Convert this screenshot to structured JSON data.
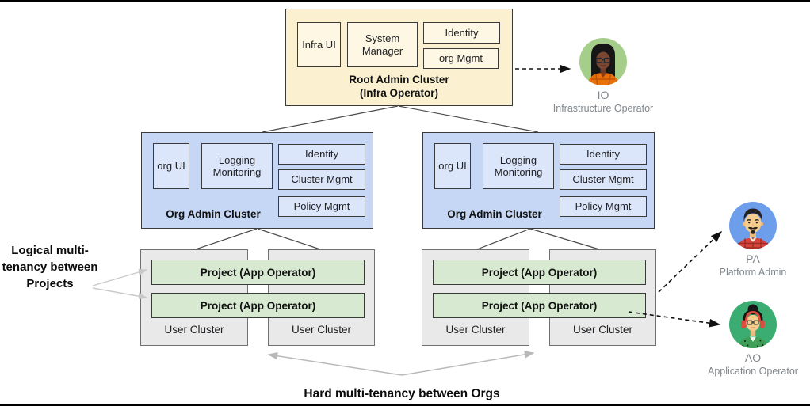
{
  "root_cluster": {
    "title": "Root Admin Cluster",
    "subtitle": "(Infra Operator)",
    "components": {
      "infra_ui": "Infra UI",
      "system_manager": "System Manager",
      "identity": "Identity",
      "org_mgmt": "org Mgmt"
    }
  },
  "org_cluster_left": {
    "title": "Org Admin Cluster",
    "components": {
      "org_ui": "org UI",
      "logging_monitoring": "Logging Monitoring",
      "identity": "Identity",
      "cluster_mgmt": "Cluster Mgmt",
      "policy_mgmt": "Policy Mgmt"
    }
  },
  "org_cluster_right": {
    "title": "Org Admin Cluster",
    "components": {
      "org_ui": "org UI",
      "logging_monitoring": "Logging Monitoring",
      "identity": "Identity",
      "cluster_mgmt": "Cluster Mgmt",
      "policy_mgmt": "Policy Mgmt"
    }
  },
  "user_group_left": {
    "projects": [
      "Project (App Operator)",
      "Project (App Operator)"
    ],
    "clusters": [
      "User Cluster",
      "User Cluster"
    ]
  },
  "user_group_right": {
    "projects": [
      "Project (App Operator)",
      "Project  (App Operator)"
    ],
    "clusters": [
      "User Cluster",
      "User Cluster"
    ]
  },
  "annotations": {
    "logical_multitenancy": "Logical multi-tenancy between Projects",
    "hard_multitenancy": "Hard multi-tenancy between Orgs"
  },
  "personas": {
    "io": {
      "abbr": "IO",
      "role": "Infrastructure Operator"
    },
    "pa": {
      "abbr": "PA",
      "role": "Platform Admin"
    },
    "ao": {
      "abbr": "AO",
      "role": "Application Operator"
    }
  },
  "colors": {
    "root_fill": "#FBF1D1",
    "root_inner_fill": "#FDF7E3",
    "org_fill": "#C5D7F4",
    "org_inner_fill": "#DCE6FA",
    "user_cluster_fill": "#E9E9E9",
    "project_fill": "#D8E9D1",
    "border_dark": "#3A3A3A",
    "border_gray": "#707070",
    "io_avatar_bg": "#A5CE8B",
    "pa_avatar_bg": "#6D9EEB",
    "ao_avatar_bg": "#3BAD72",
    "persona_text": "#80868B",
    "annotation_arrow_gray": "#C9C9C9",
    "hard_arrow_gray": "#B9B9B9",
    "dashed_arrow": "#111111"
  }
}
